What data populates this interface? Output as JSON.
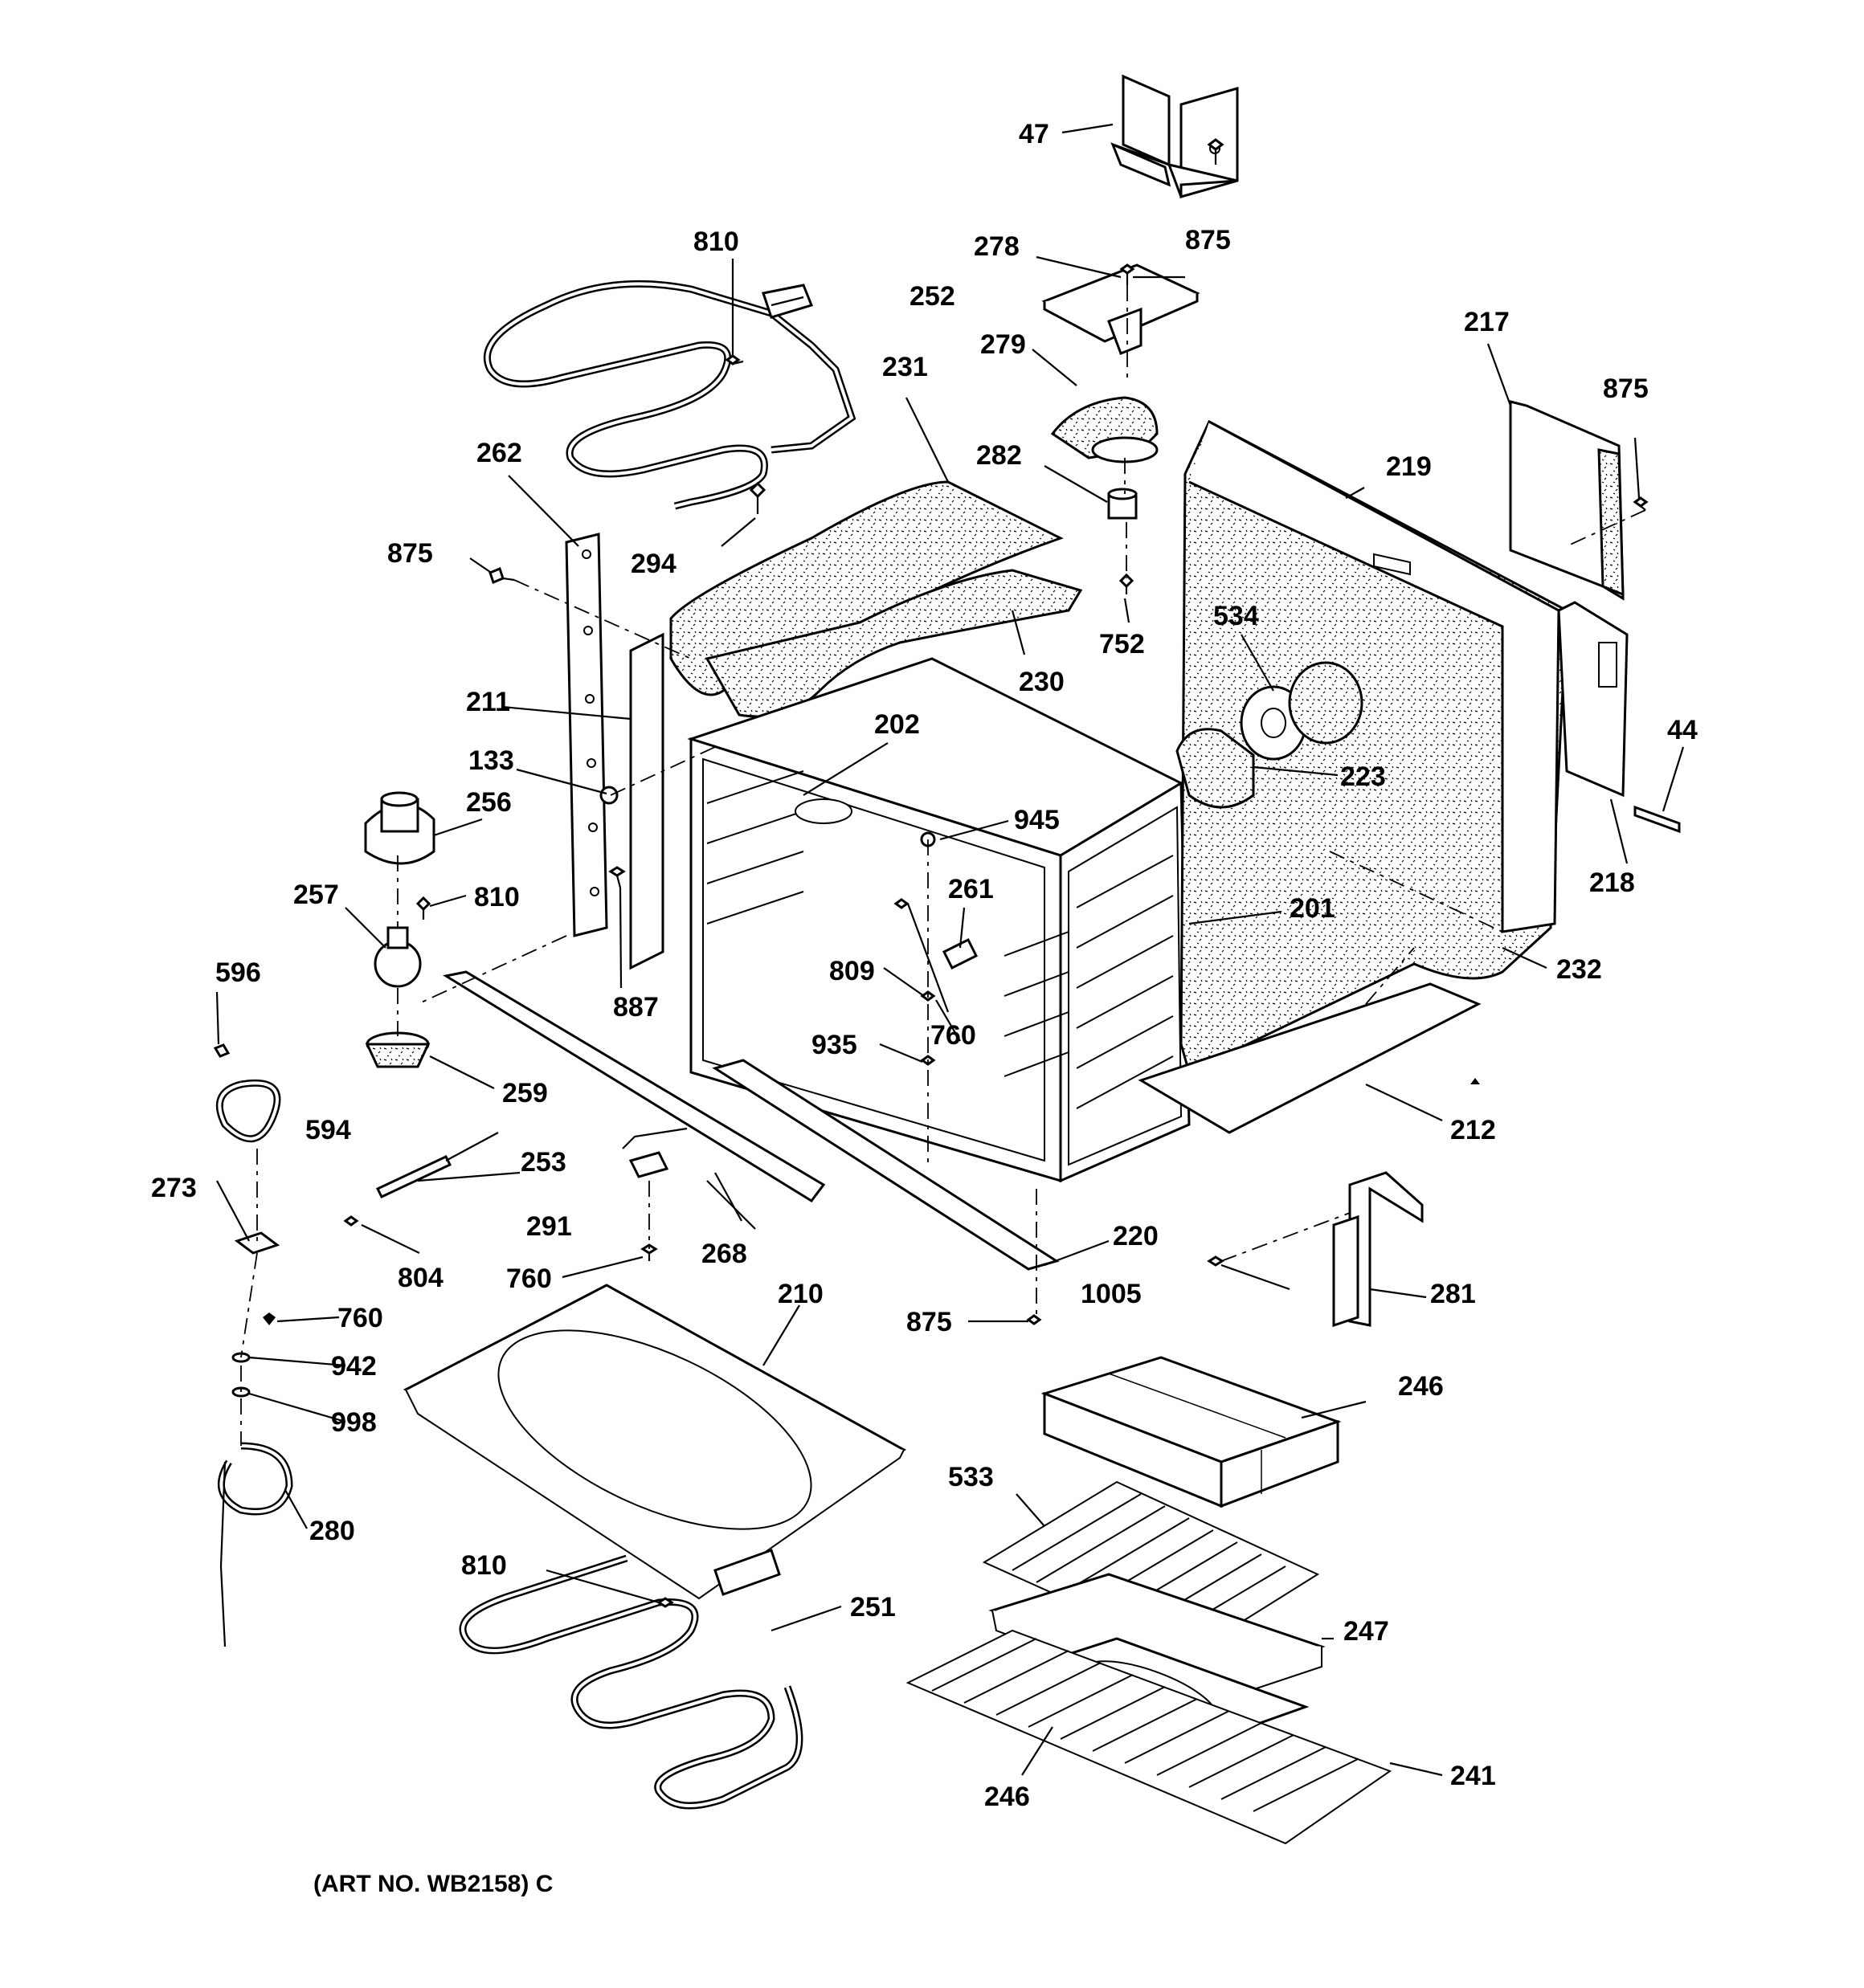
{
  "drawing": {
    "art_number": "(ART NO. WB2158) C"
  },
  "callouts": [
    {
      "id": "c47",
      "text": "47"
    },
    {
      "id": "c875a",
      "text": "875"
    },
    {
      "id": "c278",
      "text": "278"
    },
    {
      "id": "c810a",
      "text": "810"
    },
    {
      "id": "c252",
      "text": "252"
    },
    {
      "id": "c231",
      "text": "231"
    },
    {
      "id": "c279",
      "text": "279"
    },
    {
      "id": "c217",
      "text": "217"
    },
    {
      "id": "c875b",
      "text": "875"
    },
    {
      "id": "c282",
      "text": "282"
    },
    {
      "id": "c262",
      "text": "262"
    },
    {
      "id": "c219",
      "text": "219"
    },
    {
      "id": "c875c",
      "text": "875"
    },
    {
      "id": "c294",
      "text": "294"
    },
    {
      "id": "c534",
      "text": "534"
    },
    {
      "id": "c752",
      "text": "752"
    },
    {
      "id": "c230",
      "text": "230"
    },
    {
      "id": "c211",
      "text": "211"
    },
    {
      "id": "c202",
      "text": "202"
    },
    {
      "id": "c44",
      "text": "44"
    },
    {
      "id": "c133",
      "text": "133"
    },
    {
      "id": "c223",
      "text": "223"
    },
    {
      "id": "c256",
      "text": "256"
    },
    {
      "id": "c945",
      "text": "945"
    },
    {
      "id": "c218",
      "text": "218"
    },
    {
      "id": "c257",
      "text": "257"
    },
    {
      "id": "c810b",
      "text": "810"
    },
    {
      "id": "c261",
      "text": "261"
    },
    {
      "id": "c201",
      "text": "201"
    },
    {
      "id": "c596",
      "text": "596"
    },
    {
      "id": "c809",
      "text": "809"
    },
    {
      "id": "c232",
      "text": "232"
    },
    {
      "id": "c887",
      "text": "887"
    },
    {
      "id": "c760a",
      "text": "760"
    },
    {
      "id": "c935",
      "text": "935"
    },
    {
      "id": "c259",
      "text": "259"
    },
    {
      "id": "c212",
      "text": "212"
    },
    {
      "id": "c594",
      "text": "594"
    },
    {
      "id": "c253",
      "text": "253"
    },
    {
      "id": "c273",
      "text": "273"
    },
    {
      "id": "c291",
      "text": "291"
    },
    {
      "id": "c220",
      "text": "220"
    },
    {
      "id": "c268",
      "text": "268"
    },
    {
      "id": "c804",
      "text": "804"
    },
    {
      "id": "c760b",
      "text": "760"
    },
    {
      "id": "c1005",
      "text": "1005"
    },
    {
      "id": "c281",
      "text": "281"
    },
    {
      "id": "c210",
      "text": "210"
    },
    {
      "id": "c760c",
      "text": "760"
    },
    {
      "id": "c875d",
      "text": "875"
    },
    {
      "id": "c942",
      "text": "942"
    },
    {
      "id": "c246a",
      "text": "246"
    },
    {
      "id": "c998",
      "text": "998"
    },
    {
      "id": "c533",
      "text": "533"
    },
    {
      "id": "c280",
      "text": "280"
    },
    {
      "id": "c810c",
      "text": "810"
    },
    {
      "id": "c251",
      "text": "251"
    },
    {
      "id": "c247",
      "text": "247"
    },
    {
      "id": "c241",
      "text": "241"
    },
    {
      "id": "c246b",
      "text": "246"
    }
  ]
}
